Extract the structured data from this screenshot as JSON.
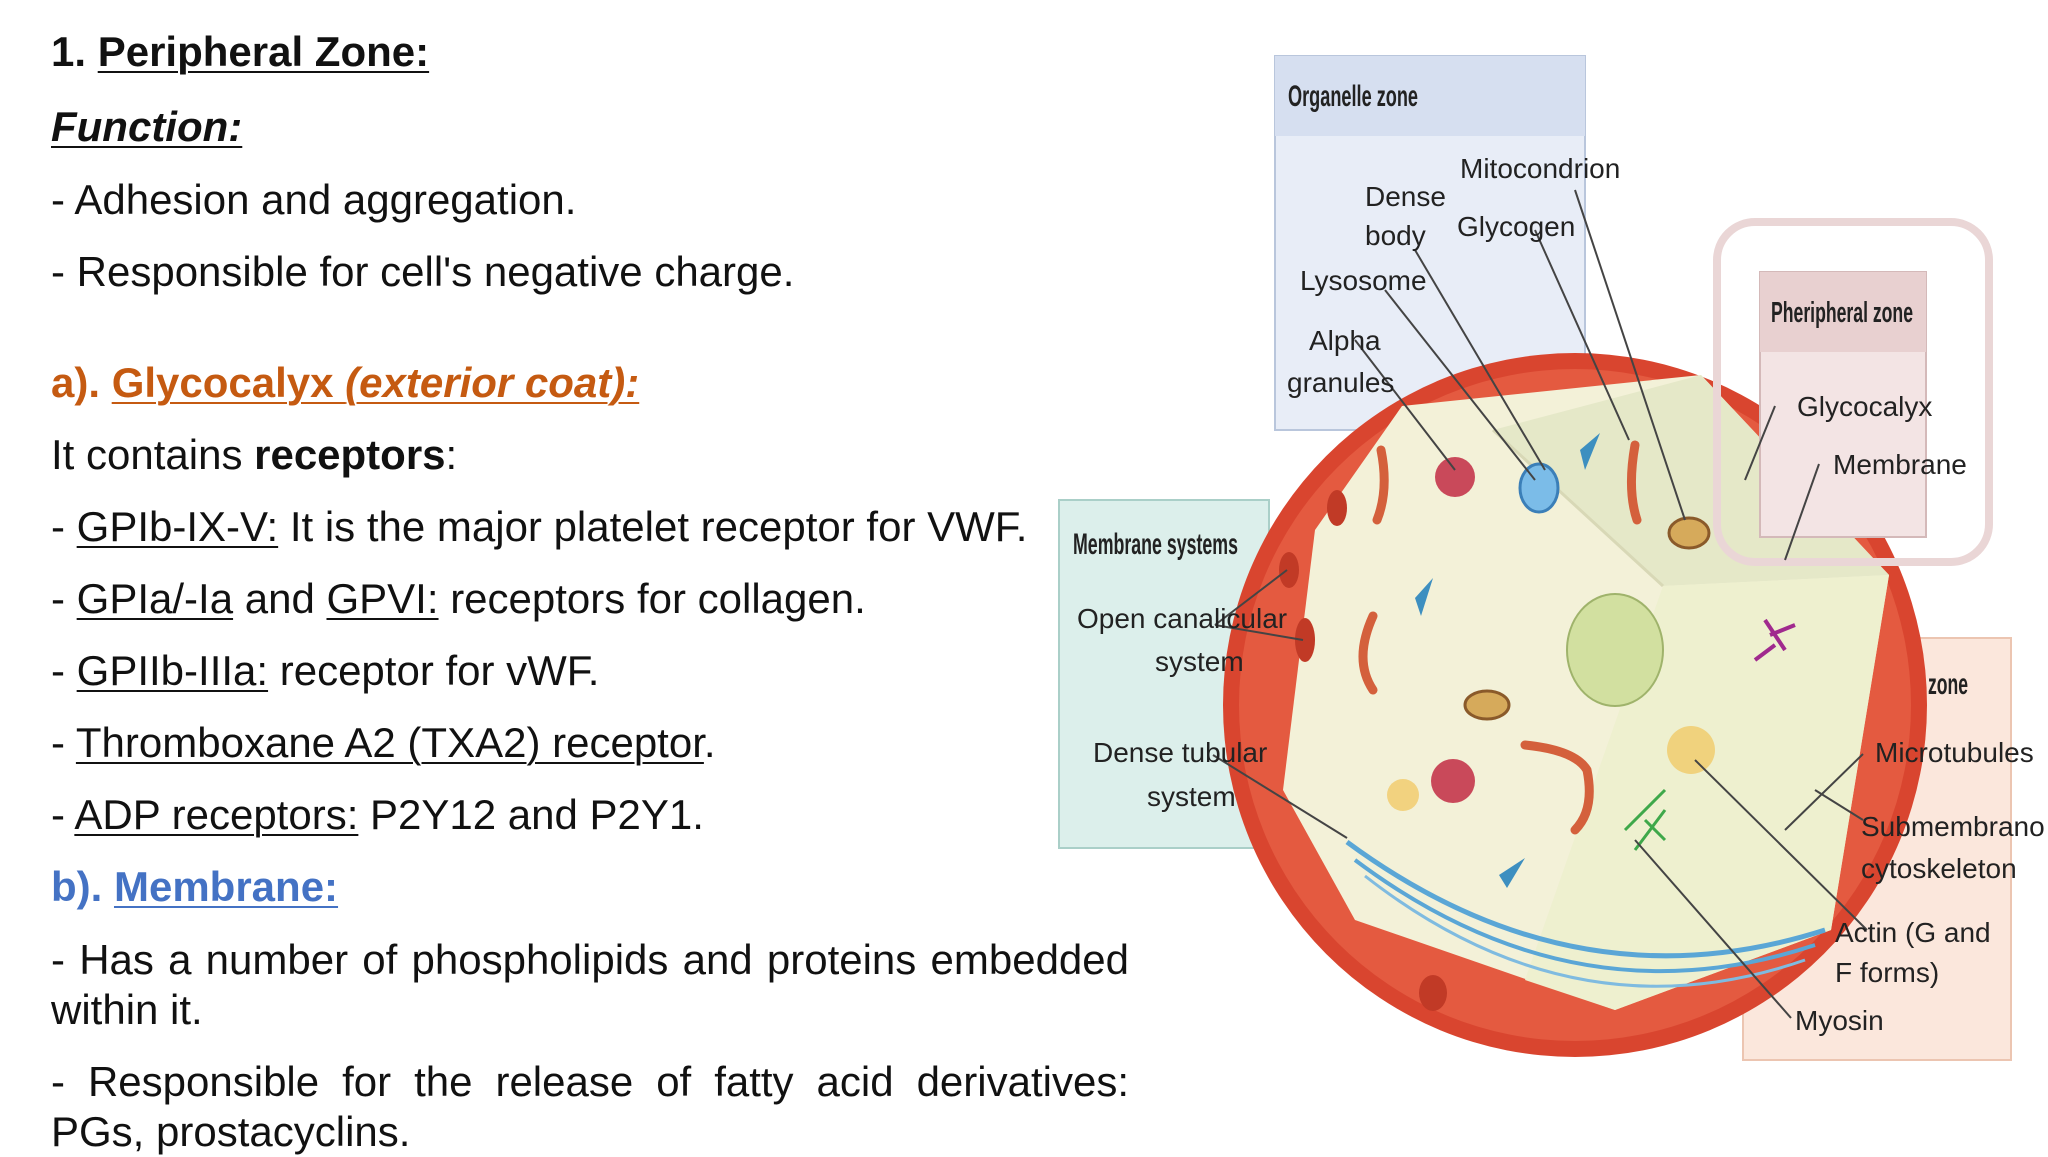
{
  "heading": {
    "number": "1.",
    "title": "Peripheral Zone:"
  },
  "function_label": "Function:",
  "function_items": [
    "- Adhesion and aggregation.",
    "- Responsible for cell's negative charge."
  ],
  "glycocalyx": {
    "prefix": "a).",
    "title": "Glycocalyx",
    "subtitle": "(exterior coat):",
    "contains_pre": "It contains ",
    "contains_bold": "receptors",
    "contains_post": ":",
    "receptors": [
      {
        "dash": "- ",
        "name": "GPIb-IX-V:",
        "rest": " It is the major platelet receptor for VWF."
      },
      {
        "dash": "- ",
        "name": "GPIa/-Ia",
        "mid": " and ",
        "name2": "GPVI:",
        "rest": " receptors for collagen."
      },
      {
        "dash": "- ",
        "name": "GPIIb-IIIa:",
        "rest": " receptor for vWF."
      },
      {
        "dash": "- ",
        "name": "Thromboxane A2 (TXA2) receptor",
        "rest": "."
      },
      {
        "dash": "- ",
        "name": "ADP receptors:",
        "rest": " P2Y12 and P2Y1."
      }
    ]
  },
  "membrane": {
    "prefix": "b).",
    "title": "Membrane:",
    "items": [
      "- Has a number of phospholipids and proteins embedded within it.",
      "- Responsible for the release of fatty acid derivatives: PGs, prostacyclins."
    ]
  },
  "diagram": {
    "organelle_zone": {
      "title": "Organelle zone",
      "labels": [
        "Mitocondrion",
        "Dense",
        "body",
        "Glycogen",
        "Lysosome",
        "Alpha",
        "granules"
      ]
    },
    "peripheral_zone": {
      "title": "Pheripheral zone",
      "labels": [
        "Glycocalyx",
        "Membrane"
      ]
    },
    "membrane_systems": {
      "title": "Membrane systems",
      "labels": [
        "Open canalicular",
        "system",
        "Dense tubular",
        "system"
      ]
    },
    "structural_zone": {
      "title": "Structural zone",
      "labels": [
        "Microtubules",
        "Submembranous",
        "cytoskeleton",
        "Actin (G and",
        "F forms)",
        "Myosin"
      ]
    },
    "colors": {
      "outer_red": "#d9452f",
      "organelle_box": "#e8edf7",
      "membrane_box": "#dcefeb",
      "structural_box": "#fbe7dc",
      "peripheral_box": "#f3e4e4",
      "cytoplasm": "#f3f1d8"
    }
  }
}
